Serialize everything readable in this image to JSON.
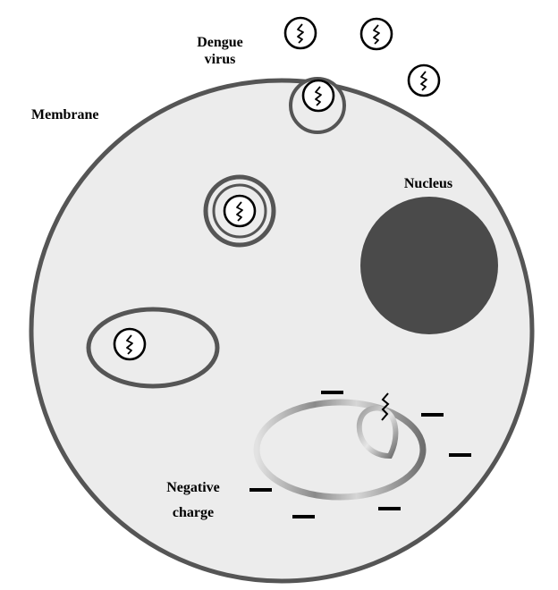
{
  "labels": {
    "dengue_virus_line1": "Dengue",
    "dengue_virus_line2": "virus",
    "membrane": "Membrane",
    "nucleus": "Nucleus",
    "negative_charge_line1": "Negative",
    "negative_charge_line2": "charge"
  },
  "colors": {
    "cell_fill": "#ececec",
    "outline": "#555555",
    "nucleus": "#4a4a4a",
    "virus_fill": "#ffffff",
    "virus_outline": "#000000",
    "text": "#000000"
  }
}
